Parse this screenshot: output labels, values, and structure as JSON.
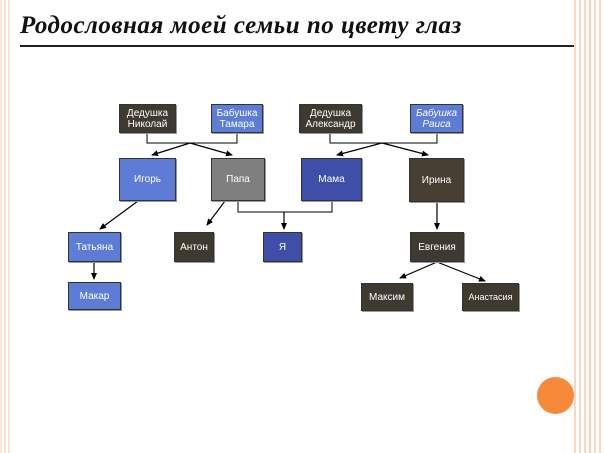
{
  "title": "Родословная моей семьи по цвету глаз",
  "nodes": {
    "grandpa_nikolai": "Дедушка\nНиколай",
    "grandma_tamara": "Бабушка\nТамара",
    "grandpa_alexander": "Дедушка\nАлександр",
    "grandma_raisa": "Бабушка\nРаиса",
    "igor": "Игорь",
    "papa": "Папа",
    "mama": "Мама",
    "irina": "Ирина",
    "tatyana": "Татьяна",
    "anton": "Антон",
    "ya": "Я",
    "evgenia": "Евгения",
    "makar": "Макар",
    "maxim": "Максим",
    "anastasia": "Анастасия"
  },
  "colors": {
    "blue": "#5c7cd6",
    "gray": "#7f7f7f",
    "dark": "#3e3a30",
    "navy": "#3f4ea8",
    "accent_orange": "#f7893a",
    "stripe_peach": "#fbd7c6"
  }
}
